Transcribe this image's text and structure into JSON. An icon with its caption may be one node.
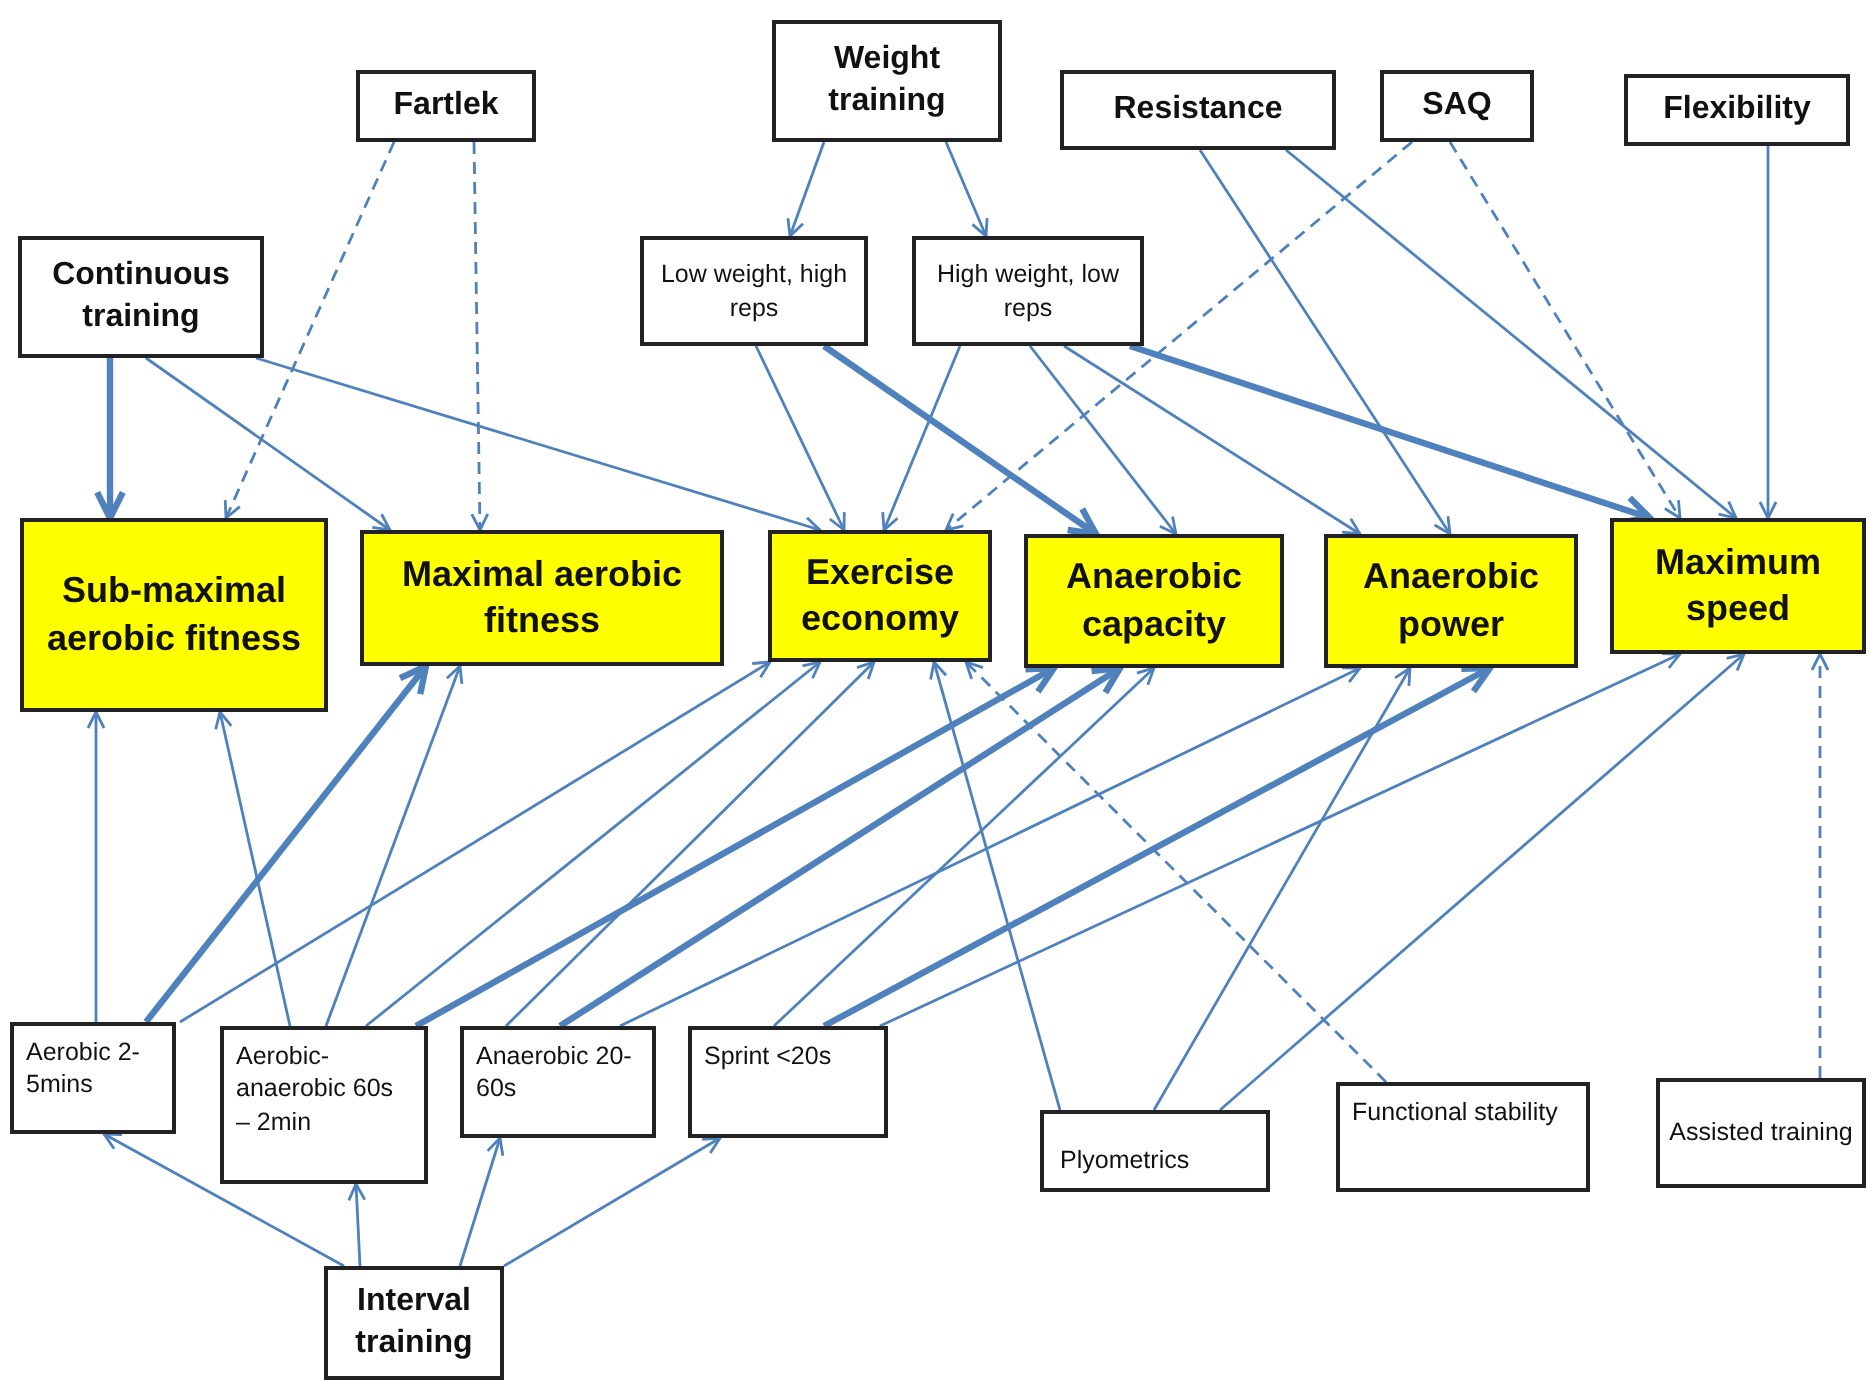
{
  "diagram": {
    "nodes": [
      {
        "text": [
          "Fartlek"
        ]
      },
      {
        "text": [
          "Weight training"
        ]
      },
      {
        "text": [
          "Resistance"
        ]
      },
      {
        "text": [
          "SAQ"
        ]
      },
      {
        "text": [
          "Flexibility"
        ]
      },
      {
        "text": [
          "Continuous training"
        ]
      },
      {
        "text": [
          "Low weight, high reps"
        ]
      },
      {
        "text": [
          "High weight, low reps"
        ]
      },
      {
        "text": [
          "Sub-maximal aerobic fitness"
        ]
      },
      {
        "text": [
          "Maximal aerobic fitness"
        ]
      },
      {
        "text": [
          "Exercise economy"
        ]
      },
      {
        "text": [
          "Anaerobic capacity"
        ]
      },
      {
        "text": [
          "Anaerobic power"
        ]
      },
      {
        "text": [
          "Maximum speed"
        ]
      },
      {
        "text": [
          "Aerobic 2-5mins"
        ]
      },
      {
        "text": [
          "Aerobic-anaerobic 60s – 2min"
        ]
      },
      {
        "text": [
          "Anaerobic 20-60s"
        ]
      },
      {
        "text": [
          "Sprint <20s"
        ]
      },
      {
        "text": [
          "Plyometrics"
        ]
      },
      {
        "text": [
          "Functional stability"
        ]
      },
      {
        "text": [
          "Assisted training"
        ]
      },
      {
        "text": [
          "Interval training"
        ]
      }
    ],
    "edges": [
      {
        "from": 0,
        "to": 8,
        "arrow": "to",
        "style": "dashed"
      },
      {
        "from": 0,
        "to": 9,
        "arrow": "to",
        "style": "dashed"
      },
      {
        "from": 1,
        "to": 6,
        "arrow": "to"
      },
      {
        "from": 1,
        "to": 7,
        "arrow": "to"
      },
      {
        "from": 5,
        "to": 8,
        "arrow": "to",
        "style": "thick"
      },
      {
        "from": 5,
        "to": 9,
        "arrow": "to"
      },
      {
        "from": 5,
        "to": 10,
        "arrow": "to"
      },
      {
        "from": 6,
        "to": 10,
        "arrow": "to"
      },
      {
        "from": 6,
        "to": 11,
        "arrow": "to",
        "style": "thick"
      },
      {
        "from": 7,
        "to": 10,
        "arrow": "to"
      },
      {
        "from": 7,
        "to": 11,
        "arrow": "to"
      },
      {
        "from": 7,
        "to": 12,
        "arrow": "to"
      },
      {
        "from": 7,
        "to": 13,
        "arrow": "to",
        "style": "thick"
      },
      {
        "from": 2,
        "to": 12,
        "arrow": "to"
      },
      {
        "from": 2,
        "to": 13,
        "arrow": "to"
      },
      {
        "from": 3,
        "to": 10,
        "arrow": "to",
        "style": "dashed"
      },
      {
        "from": 3,
        "to": 13,
        "arrow": "to",
        "style": "dashed"
      },
      {
        "from": 4,
        "to": 13,
        "arrow": "to"
      },
      {
        "from": 14,
        "to": 8,
        "arrow": "to"
      },
      {
        "from": 14,
        "to": 9,
        "arrow": "to",
        "style": "thick"
      },
      {
        "from": 14,
        "to": 10,
        "arrow": "to"
      },
      {
        "from": 15,
        "to": 8,
        "arrow": "to"
      },
      {
        "from": 15,
        "to": 9,
        "arrow": "to"
      },
      {
        "from": 15,
        "to": 10,
        "arrow": "to"
      },
      {
        "from": 15,
        "to": 11,
        "arrow": "to",
        "style": "thick"
      },
      {
        "from": 16,
        "to": 10,
        "arrow": "to"
      },
      {
        "from": 16,
        "to": 11,
        "arrow": "to",
        "style": "thick"
      },
      {
        "from": 16,
        "to": 12,
        "arrow": "to"
      },
      {
        "from": 17,
        "to": 11,
        "arrow": "to"
      },
      {
        "from": 17,
        "to": 12,
        "arrow": "to",
        "style": "thick"
      },
      {
        "from": 17,
        "to": 13,
        "arrow": "to"
      },
      {
        "from": 18,
        "to": 10,
        "arrow": "to"
      },
      {
        "from": 18,
        "to": 12,
        "arrow": "to"
      },
      {
        "from": 18,
        "to": 13,
        "arrow": "to"
      },
      {
        "from": 19,
        "to": 10,
        "arrow": "to",
        "style": "dashed"
      },
      {
        "from": 20,
        "to": 13,
        "arrow": "to",
        "style": "dashed"
      },
      {
        "from": 21,
        "to": 14,
        "arrow": "to"
      },
      {
        "from": 21,
        "to": 15,
        "arrow": "to"
      },
      {
        "from": 21,
        "to": 16,
        "arrow": "to"
      },
      {
        "from": 21,
        "to": 17,
        "arrow": "to"
      }
    ]
  }
}
